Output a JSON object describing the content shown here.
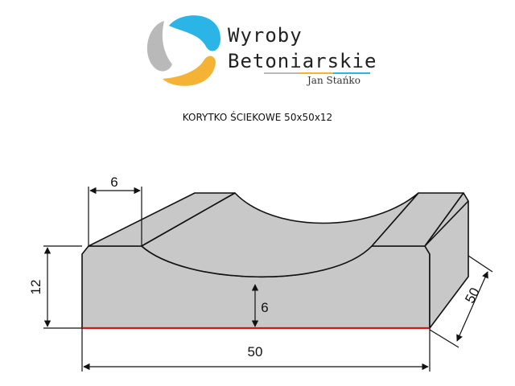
{
  "header": {
    "brand_line1": "Wyroby",
    "brand_line2": "Betoniarskie",
    "owner": "Jan Stańko",
    "colors": {
      "blue": "#2bb5e6",
      "orange": "#f5b335",
      "gray": "#b9b9b9"
    },
    "logo_icon": "swirl-logo-icon"
  },
  "product": {
    "title": "KORYTKO ŚCIEKOWE 50x50x12"
  },
  "dimensions": {
    "rim_width": "6",
    "height": "12",
    "channel_depth": "6",
    "length": "50",
    "depth": "50"
  },
  "colors": {
    "body_fill": "#c8c8c8",
    "outline": "#111111",
    "base_line": "#d01818"
  }
}
